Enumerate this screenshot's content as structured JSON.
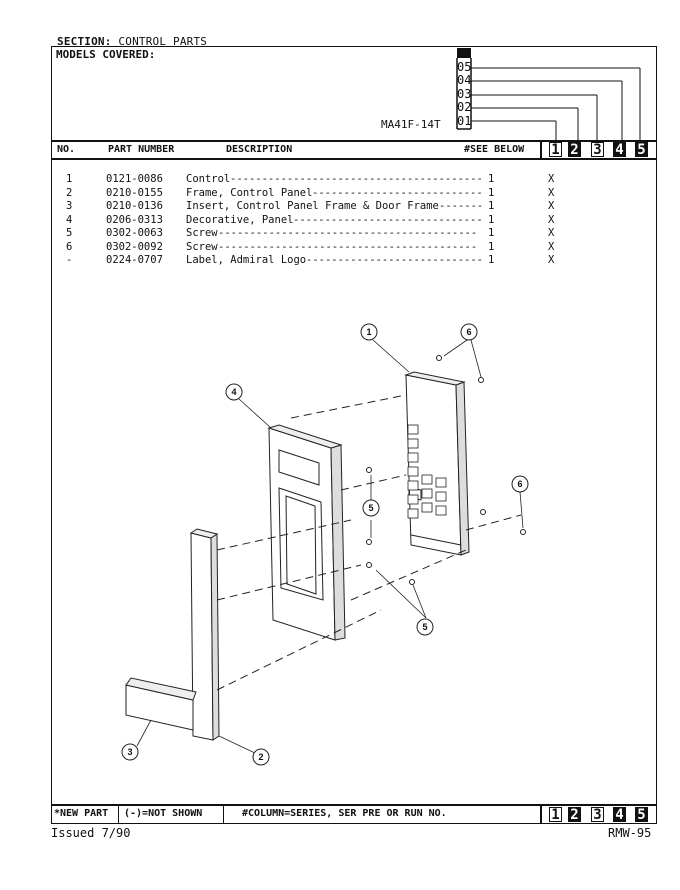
{
  "section": {
    "label": "SECTION:",
    "value": "CONTROL PARTS"
  },
  "models_covered_label": "MODELS COVERED:",
  "model_number": "MA41F-14T",
  "series_markers": [
    "05",
    "04",
    "03",
    "02",
    "01"
  ],
  "table_header": {
    "no": "NO.",
    "part_number": "PART NUMBER",
    "description": "DESCRIPTION",
    "see_below": "#SEE BELOW",
    "columns": [
      "1",
      "2",
      "3",
      "4",
      "5"
    ]
  },
  "parts": [
    {
      "no": "1",
      "part": "0121-0086",
      "desc": "Control",
      "qty": "1",
      "mark": "X"
    },
    {
      "no": "2",
      "part": "0210-0155",
      "desc": "Frame, Control Panel",
      "qty": "1",
      "mark": "X"
    },
    {
      "no": "3",
      "part": "0210-0136",
      "desc": "Insert, Control Panel Frame & Door Frame",
      "qty": "1",
      "mark": "X"
    },
    {
      "no": "4",
      "part": "0206-0313",
      "desc": "Decorative, Panel",
      "qty": "1",
      "mark": "X"
    },
    {
      "no": "5",
      "part": "0302-0063",
      "desc": "Screw",
      "qty": "1",
      "mark": "X"
    },
    {
      "no": "6",
      "part": "0302-0092",
      "desc": "Screw",
      "qty": "1",
      "mark": "X"
    },
    {
      "no": "-",
      "part": "0224-0707",
      "desc": "Label, Admiral Logo",
      "qty": "1",
      "mark": "X"
    }
  ],
  "callouts": [
    "1",
    "6",
    "4",
    "5",
    "6",
    "5",
    "3",
    "2"
  ],
  "footer": {
    "new_part": "*NEW PART",
    "not_shown": "(-)=NOT SHOWN",
    "column_note": "#COLUMN=SERIES, SER PRE OR RUN NO.",
    "columns": [
      "1",
      "2",
      "3",
      "4",
      "5"
    ]
  },
  "issued": "Issued  7/90",
  "doc_code": "RMW-95"
}
